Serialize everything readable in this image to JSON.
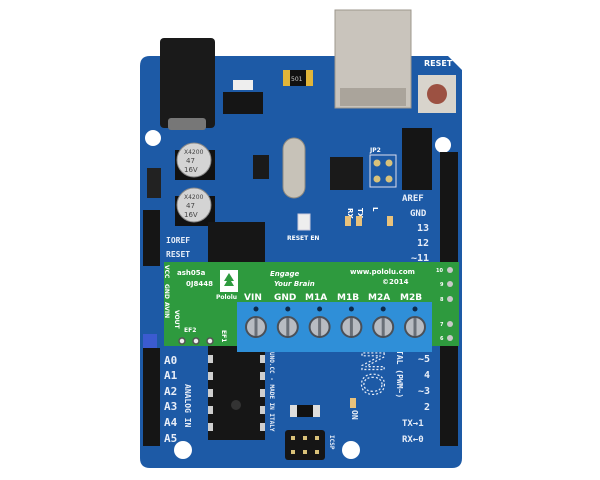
{
  "board": {
    "colors": {
      "pcb": "#1d5aa6",
      "shield": "#2e9a3e",
      "terminal": "#2f8fd8",
      "header": "#151515"
    },
    "left_labels": [
      "IOREF",
      "RESET"
    ],
    "analog_labels": [
      "A0",
      "A1",
      "A2",
      "A3",
      "A4",
      "A5"
    ],
    "analog_title": "ANALOG IN",
    "right_top_labels": [
      "AREF",
      "GND",
      "13",
      "12",
      "~11"
    ],
    "right_bottom_labels": [
      "~5",
      "4",
      "~3",
      "2",
      "TX→1",
      "RX←0"
    ],
    "pwm_text": "TAL (PWM~)",
    "made_text": "UNO.CC - MADE IN ITALY",
    "uno_text": "NO",
    "on_text": "ON",
    "icsp_text": "ICSP",
    "reset_label": "RESET",
    "reset_en_label": "RESET EN",
    "jp2_label": "JP2",
    "rx_label": "RX",
    "tx_label": "TX",
    "l_label": "L",
    "cap_labels": [
      "X4200",
      "47",
      "16V"
    ],
    "fuse_label": "501"
  },
  "shield": {
    "model": "ash05a",
    "serial": "0J8448",
    "logo": "Pololu",
    "slogan_1": "Engage",
    "slogan_2": "Your Brain",
    "url": "www.pololu.com",
    "year": "©2014",
    "terminal_labels": [
      "VIN",
      "GND",
      "M1A",
      "M1B",
      "M2A",
      "M2B"
    ],
    "side_pins": [
      "VCC",
      "GND",
      "AVIN",
      "VOUT"
    ],
    "ef_labels": [
      "EF2",
      "EF1"
    ],
    "pin_numbers": [
      "10",
      "9",
      "8",
      "7",
      "6"
    ]
  }
}
